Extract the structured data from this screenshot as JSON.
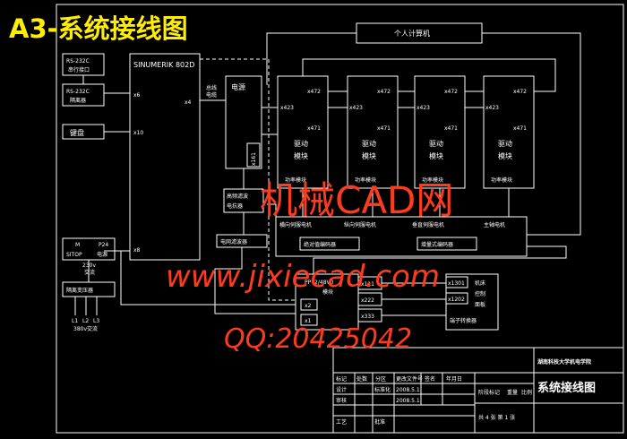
{
  "title": "A3-系统接线图",
  "pc": "个人计算机",
  "rs232_port": [
    "RS-232C",
    "串行接口"
  ],
  "rs232_iso": [
    "RS-232C",
    "隔离器"
  ],
  "keyboard": "键盘",
  "cnc": "SINUMERIK 802D",
  "cnc_ports": {
    "x6": "x6",
    "x10": "x10",
    "x4": "x4",
    "x8": "x8"
  },
  "bus_label": [
    "总线",
    "电缆"
  ],
  "power": "电源",
  "x161": "x161",
  "drives": [
    {
      "top": "x472",
      "left": "x423",
      "right": "x472",
      "in": "x423",
      "port": "x471",
      "label": [
        "驱动",
        "模块"
      ],
      "bottom": "功率模块"
    },
    {
      "top": "x472",
      "left": "x423",
      "right": "x472",
      "in": "x423",
      "port": "x471",
      "label": [
        "驱动",
        "模块"
      ],
      "bottom": "功率模块"
    },
    {
      "top": "x472",
      "left": "x423",
      "right": "x472",
      "in": "x423",
      "port": "x471",
      "label": [
        "驱动",
        "模块"
      ],
      "bottom": "功率模块"
    },
    {
      "top": "x472",
      "left": "x423",
      "right": "x472",
      "in": "x423",
      "port": "x471",
      "label": [
        "驱动",
        "模块"
      ],
      "bottom": "功率模块"
    }
  ],
  "filter": [
    "高频滤波",
    "电抗器"
  ],
  "grid_filter": "电网滤波器",
  "motors": [
    "横向伺服电机",
    "纵向伺服电机",
    "垂直伺服电机",
    "主轴电机"
  ],
  "encoder_abs": "绝对值编码器",
  "encoder_inc": "增量式编码器",
  "sitop": {
    "m": "M",
    "p24": "P24",
    "name": "SITOP",
    "supply": "电源",
    "v": "230v",
    "ac": "交流"
  },
  "transformer": "隔离变压器",
  "mains": {
    "l": [
      "L1",
      "L2",
      "L3"
    ],
    "label": "380v交流"
  },
  "io_module": {
    "name": "PP72/48V0",
    "sub": "模块",
    "x2": "x2",
    "x1": "x1",
    "x111": "x111",
    "x222": "x222",
    "x333": "x333"
  },
  "panel": {
    "x1301": "x1301",
    "x1202": "x1202",
    "label": [
      "机床",
      "控制",
      "面板"
    ],
    "terminal": "端子转换器"
  },
  "watermark": {
    "brand": "机械CAD网",
    "url": "www.jixiecad.com",
    "qq": "QQ:20425042"
  },
  "titleblock": {
    "school": "湖南科技大学机电学院",
    "drawing": "系统接线图",
    "row_labels": [
      "标记",
      "设计",
      "审核",
      "工艺"
    ],
    "col_labels": [
      "处数",
      "分区",
      "更改文件号",
      "签名",
      "年月日"
    ],
    "std": "标准化",
    "stage": "阶段标记",
    "weight": "重量",
    "ratio": "比例",
    "date": "2008.5.1",
    "approve": "批准",
    "sheet": "共 4 张  第 1 张"
  }
}
